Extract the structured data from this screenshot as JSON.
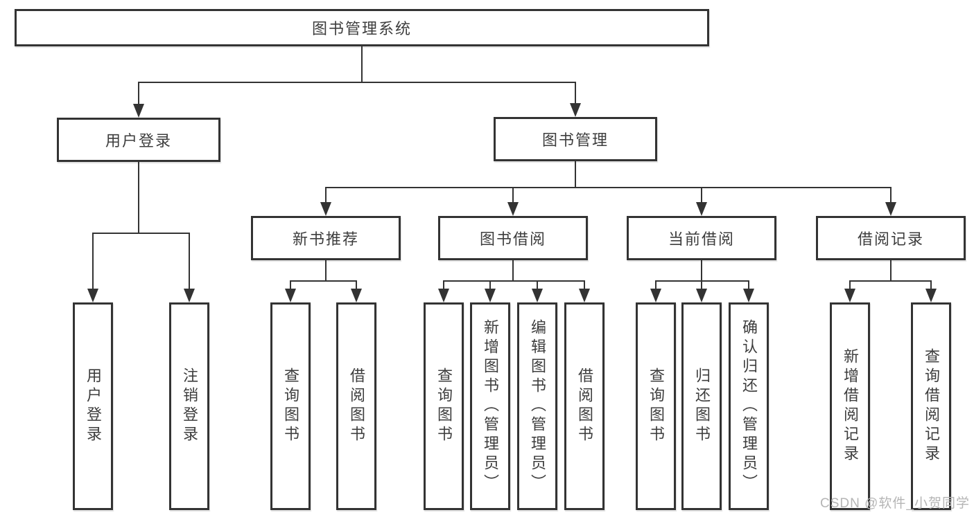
{
  "tree": {
    "root": {
      "label": "图书管理系统",
      "children": [
        {
          "label": "用户登录",
          "children": [
            {
              "label": "用户登录"
            },
            {
              "label": "注销登录"
            }
          ]
        },
        {
          "label": "图书管理",
          "children": [
            {
              "label": "新书推荐",
              "children": [
                {
                  "label": "查询图书"
                },
                {
                  "label": "借阅图书"
                }
              ]
            },
            {
              "label": "图书借阅",
              "children": [
                {
                  "label": "查询图书"
                },
                {
                  "label": "新增图书（管理员）"
                },
                {
                  "label": "编辑图书（管理员）"
                },
                {
                  "label": "借阅图书"
                }
              ]
            },
            {
              "label": "当前借阅",
              "children": [
                {
                  "label": "查询图书"
                },
                {
                  "label": "归还图书"
                },
                {
                  "label": "确认归还（管理员）"
                }
              ]
            },
            {
              "label": "借阅记录",
              "children": [
                {
                  "label": "新增借阅记录"
                },
                {
                  "label": "查询借阅记录"
                }
              ]
            }
          ]
        }
      ]
    }
  },
  "watermark": "CSDN @软件_小贺同学",
  "colors": {
    "line": "#333333",
    "text": "#3d3d3d",
    "watermark": "#b5b5b5",
    "background": "#ffffff"
  }
}
